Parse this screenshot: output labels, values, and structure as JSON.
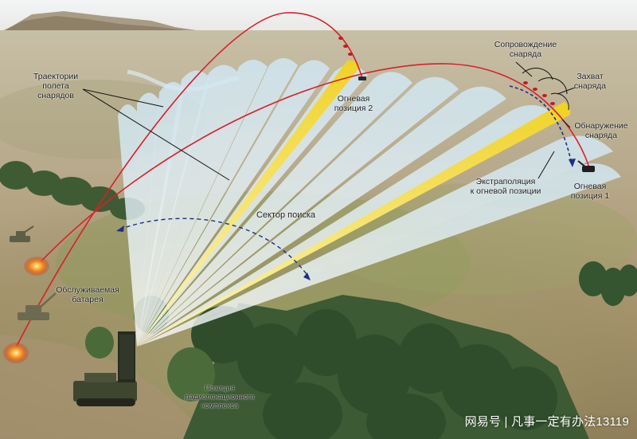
{
  "labels": {
    "trajectories": "Траектории\nполета\nснарядов",
    "firing_position_2": "Огневая\nпозиция 2",
    "tracking": "Сопровождение\nснаряда",
    "capture": "Захват\nснаряда",
    "detection": "Обнаружение\nснаряда",
    "extrapolation": "Экстраполяция\nк огневой позиции",
    "firing_position_1": "Огневая\nпозиция 1",
    "search_sector": "Сектор поиска",
    "served_battery": "Обслуживаемая\nбатарея",
    "radar_position": "Позиция\nрадиолокационного\nкомплекса"
  },
  "watermark": "网易号 | 凡事一定有办法13119",
  "colors": {
    "trajectory": "#d8202a",
    "beam": "#bfe0f2",
    "search_beam": "#f4e22a",
    "extrapolation": "#1c2f86",
    "sky": "#eef2f4"
  }
}
